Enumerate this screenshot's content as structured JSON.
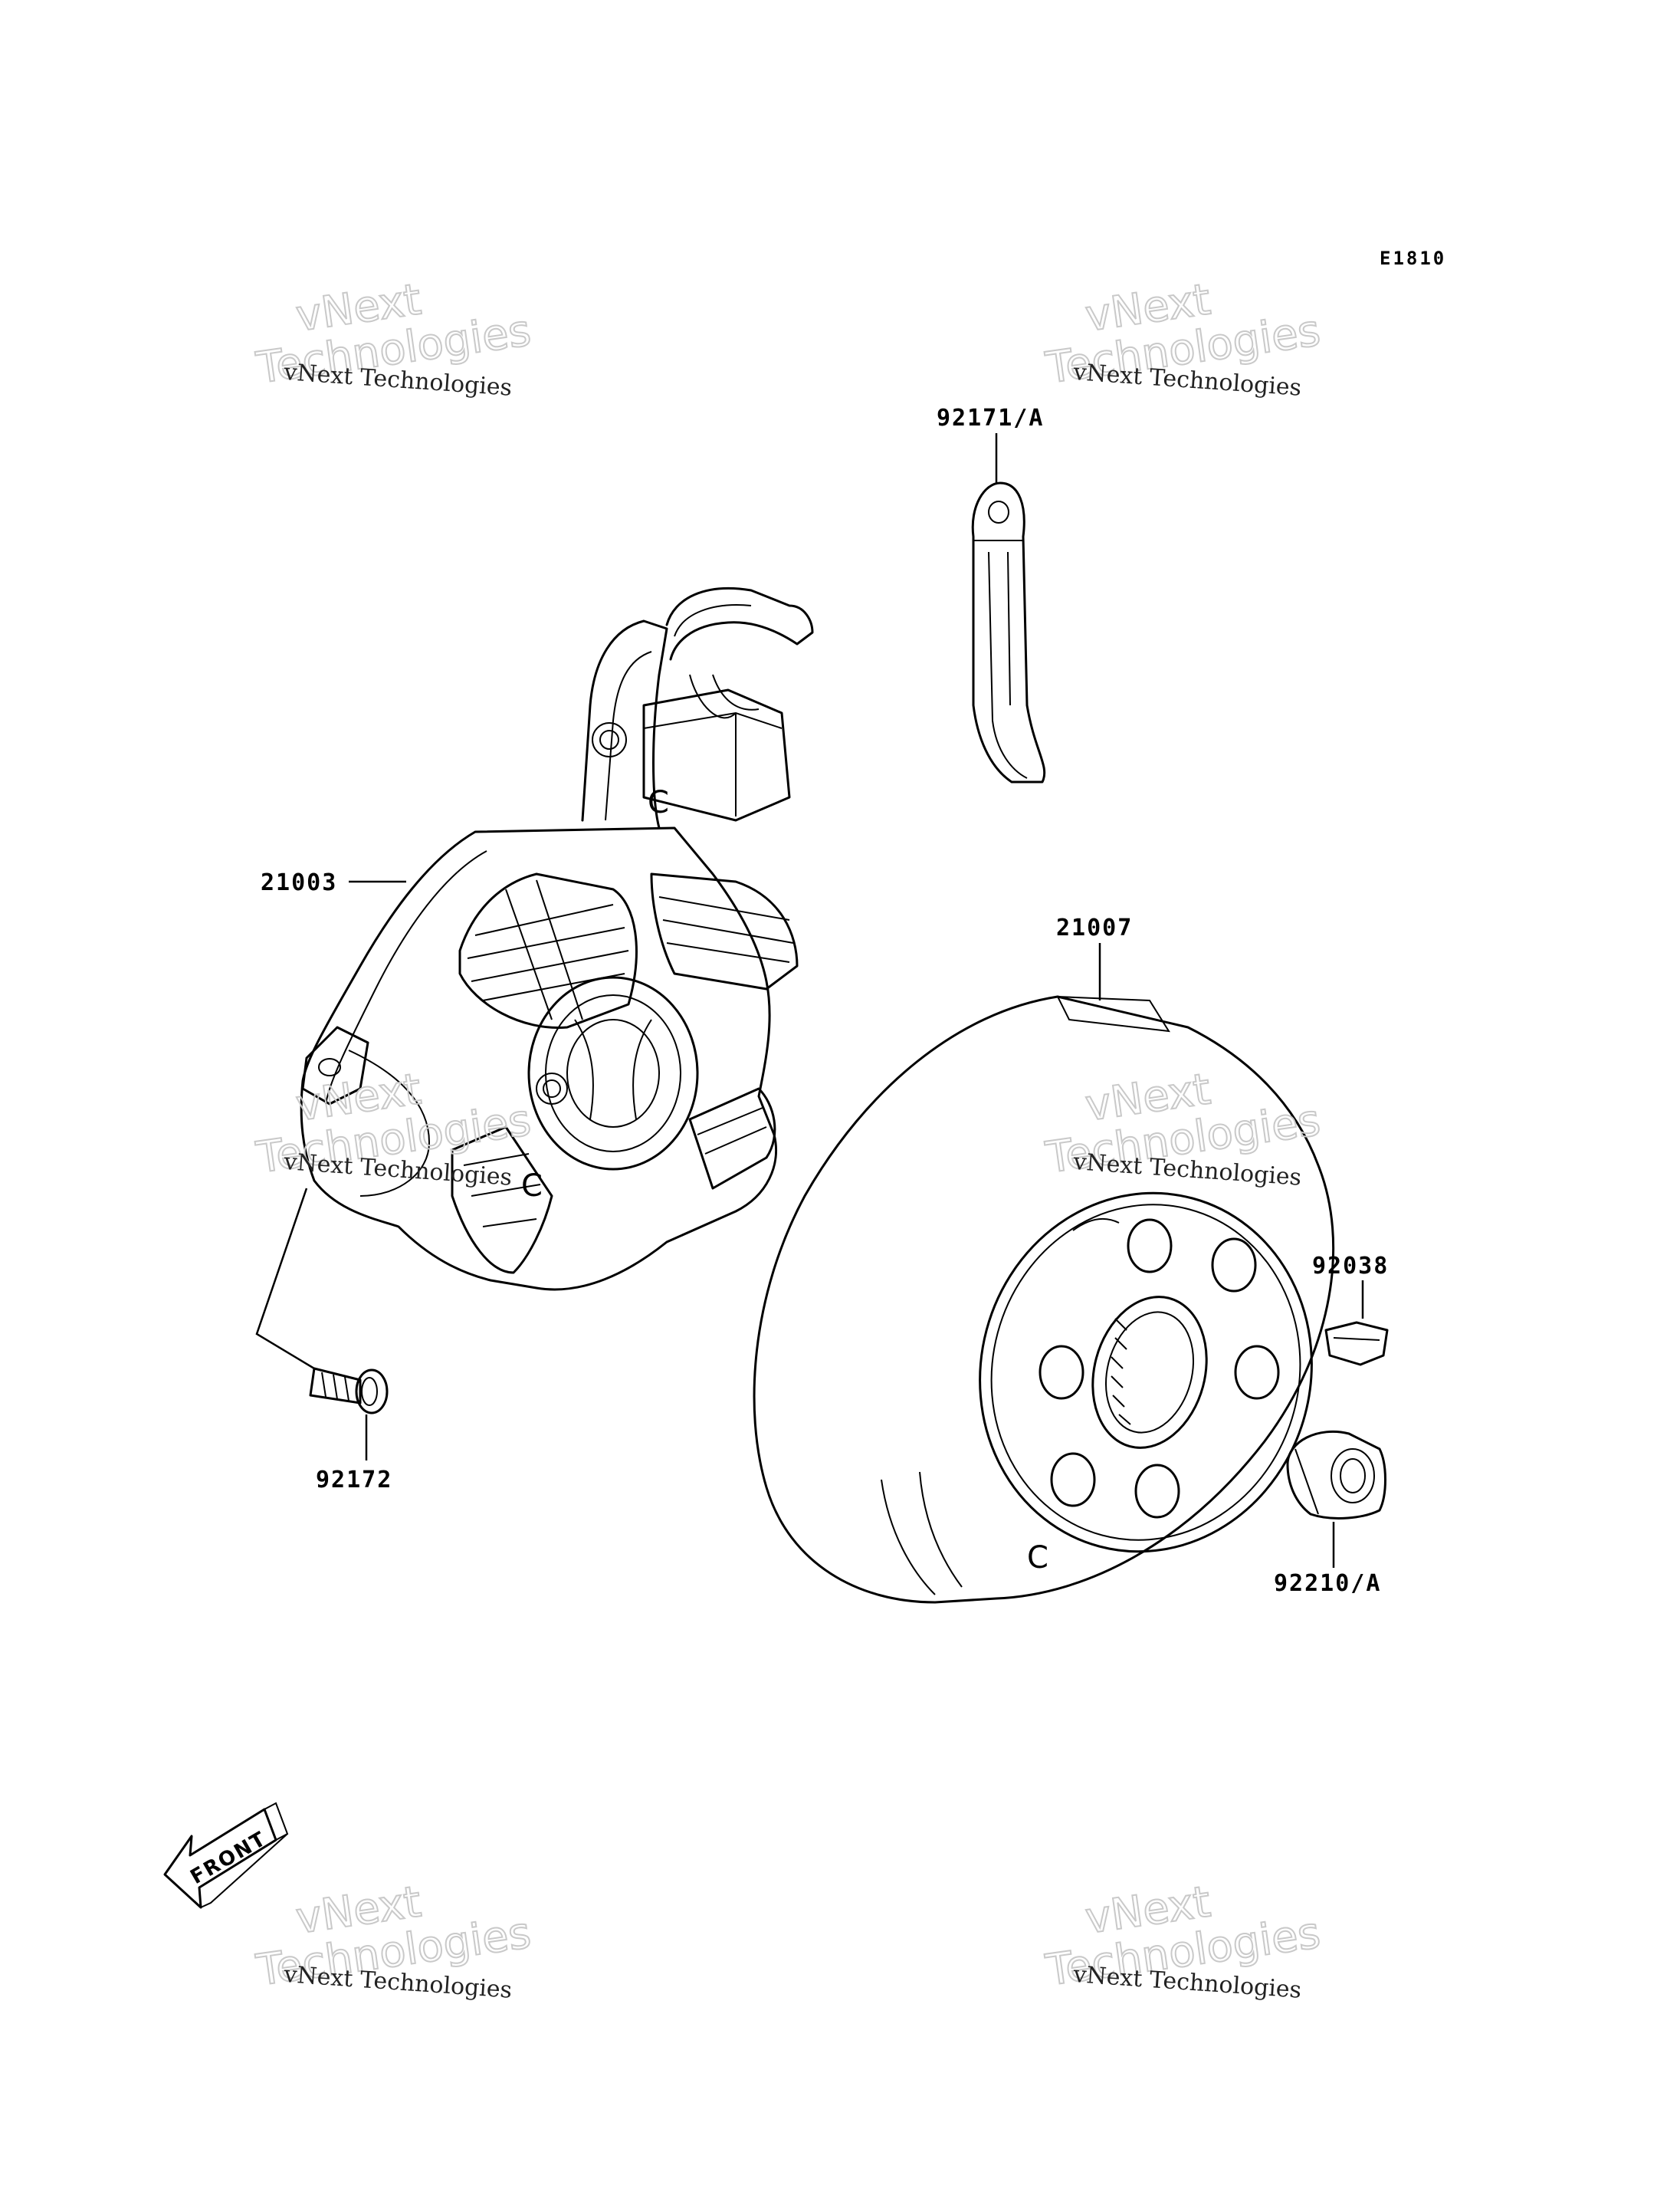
{
  "diagram_code": "E1810",
  "parts": [
    {
      "id": "21003"
    },
    {
      "id": "92172"
    },
    {
      "id": "92171/A"
    },
    {
      "id": "21007"
    },
    {
      "id": "92038"
    },
    {
      "id": "92210/A"
    }
  ],
  "front_marker": "FRONT",
  "watermark": {
    "small": "vNext Technologies",
    "big_line1": "vNext",
    "big_line2": "Technologies"
  }
}
